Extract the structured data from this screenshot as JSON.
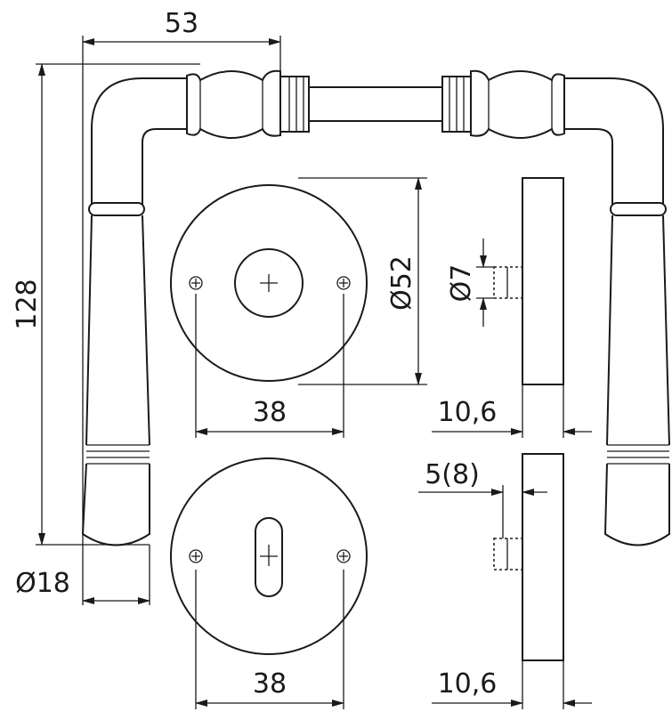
{
  "dimensions": {
    "lever_projection": "53",
    "lever_height": "128",
    "rose_diameter": "Ø52",
    "spindle_size": "Ø7",
    "screw_spacing_top": "38",
    "rose_thickness_top": "10,6",
    "spindle_offset": "5(8)",
    "grip_diameter": "Ø18",
    "screw_spacing_bottom": "38",
    "rose_thickness_bottom": "10,6"
  }
}
